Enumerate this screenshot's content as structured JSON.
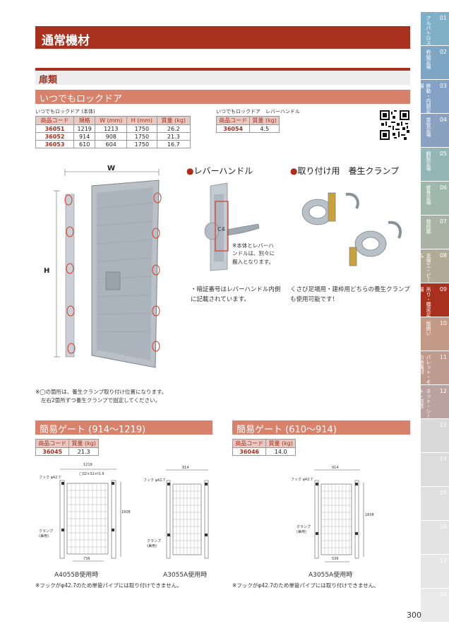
{
  "header": {
    "title": "通常機材"
  },
  "subheader": {
    "title": "扉類"
  },
  "section_lock": {
    "title": "いつでもロックドア"
  },
  "table_body": {
    "caption": "いつでもロックドア (本体)",
    "headers": [
      "商品コード",
      "規格",
      "W (mm)",
      "H (mm)",
      "質量 (kg)"
    ],
    "rows": [
      [
        "36051",
        "1219",
        "1213",
        "1750",
        "26.2"
      ],
      [
        "36052",
        "914",
        "908",
        "1750",
        "21.3"
      ],
      [
        "36053",
        "610",
        "604",
        "1750",
        "16.7"
      ]
    ]
  },
  "table_handle": {
    "caption": "いつでもロックドア　レバーハンドル",
    "headers": [
      "商品コード",
      "質量 (kg)"
    ],
    "rows": [
      [
        "36054",
        "4.5"
      ]
    ]
  },
  "door_figure": {
    "w_label": "W",
    "h_label": "H"
  },
  "lever": {
    "title": "レバーハンドル",
    "bullet": "●",
    "photo_note": "※本体とレバーハンドルは、別々に搬入となります。",
    "desc": "・暗証番号はレバーハンドル内側に記載されています。"
  },
  "clamp": {
    "title": "取り付け用　養生クランプ",
    "bullet": "●",
    "desc": "くさび足場用・建枠用どちらの養生クランプも使用可能です！"
  },
  "door_note": {
    "line1": "※◯の箇所は、養生クランプ取り付け位置になります。",
    "line2": "左右2箇所ずつ養生クランプで固定してください。"
  },
  "gate_a": {
    "title": "簡易ゲート (914〜1219)",
    "headers": [
      "商品コード",
      "質量 (kg)"
    ],
    "rows": [
      [
        "36045",
        "21.3"
      ]
    ],
    "draw1": {
      "width": "1219",
      "hook": "フック φ42.7",
      "pipe": "□32×32×t1.6",
      "height": "1608",
      "bottom": "736",
      "clamp": "クランプ (兼用)",
      "caption": "A4055B使用時"
    },
    "draw2": {
      "width": "914",
      "hook": "フック φ42.7",
      "clamp": "クランプ (兼用)",
      "caption": "A3055A使用時"
    },
    "note": "※フックがφ42.7のため単管パイプには取り付けできません。"
  },
  "gate_b": {
    "title": "簡易ゲート (610〜914)",
    "headers": [
      "商品コード",
      "質量 (kg)"
    ],
    "rows": [
      [
        "36046",
        "14.0"
      ]
    ],
    "draw": {
      "width": "914",
      "hook": "フック φ42.7",
      "height": "1608",
      "bottom": "536",
      "clamp": "クランプ (兼用)",
      "caption": "A3055A使用時"
    },
    "note": "※フックがφ42.7のため単管パイプには取り付けできません。"
  },
  "side_tabs": [
    {
      "num": "01",
      "label": "アルバトロス",
      "color": "#7fb0c8"
    },
    {
      "num": "02",
      "label": "枠組足場",
      "color": "#7ea6c4"
    },
    {
      "num": "03",
      "label": "移動・内部足場",
      "color": "#84a2c6"
    },
    {
      "num": "04",
      "label": "単管足場",
      "color": "#8aa1c2"
    },
    {
      "num": "05",
      "label": "鋼製足場",
      "color": "#93b6b7"
    },
    {
      "num": "06",
      "label": "鉄骨足場",
      "color": "#9fb7ad"
    },
    {
      "num": "07",
      "label": "階段類",
      "color": "#a9b3a3"
    },
    {
      "num": "08",
      "label": "支保工・ビーム",
      "color": "#b0aa97"
    },
    {
      "num": "09",
      "label": "吊り・橋梁足場",
      "color": "#a8301f"
    },
    {
      "num": "10",
      "label": "仮囲い",
      "color": "#c29a86"
    },
    {
      "num": "11",
      "label": "パレット・その他機材",
      "color": "#bf9a8e"
    },
    {
      "num": "12",
      "label": "ネット・シート・防音",
      "color": "#b9a2a0"
    },
    {
      "num": "13",
      "label": "",
      "color": "#d9d9d9"
    },
    {
      "num": "14",
      "label": "",
      "color": "#dcdcdc"
    },
    {
      "num": "15",
      "label": "",
      "color": "#e0e0e0"
    },
    {
      "num": "16",
      "label": "",
      "color": "#e3e3e3"
    },
    {
      "num": "17",
      "label": "",
      "color": "#e6e6e6"
    },
    {
      "num": "18",
      "label": "",
      "color": "#e9e9e9"
    }
  ],
  "page_number": "300"
}
